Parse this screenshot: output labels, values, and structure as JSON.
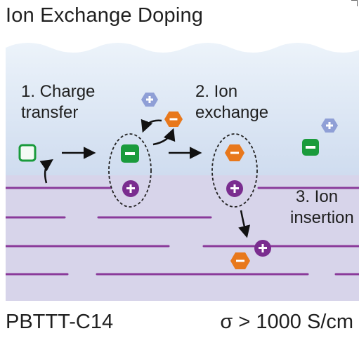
{
  "title": "Ion Exchange Doping",
  "steps": {
    "charge_transfer": [
      "1. Charge",
      "transfer"
    ],
    "ion_exchange": [
      "2. Ion",
      "exchange"
    ],
    "ion_insertion": [
      "3. Ion",
      "insertion"
    ]
  },
  "footer": {
    "material": "PBTTT-C14",
    "conductivity": "σ > 1000 S/cm"
  },
  "colors": {
    "solution_top": "#ecf3fa",
    "solution_bottom": "#cfdcef",
    "film": "#d7d4ea",
    "polymer_line": "#8a3a9a",
    "anion_green": "#1a9b3c",
    "anion_orange": "#e8781c",
    "cation_blue": "#8f9fd6",
    "polaron_purple": "#7a2d8f"
  }
}
